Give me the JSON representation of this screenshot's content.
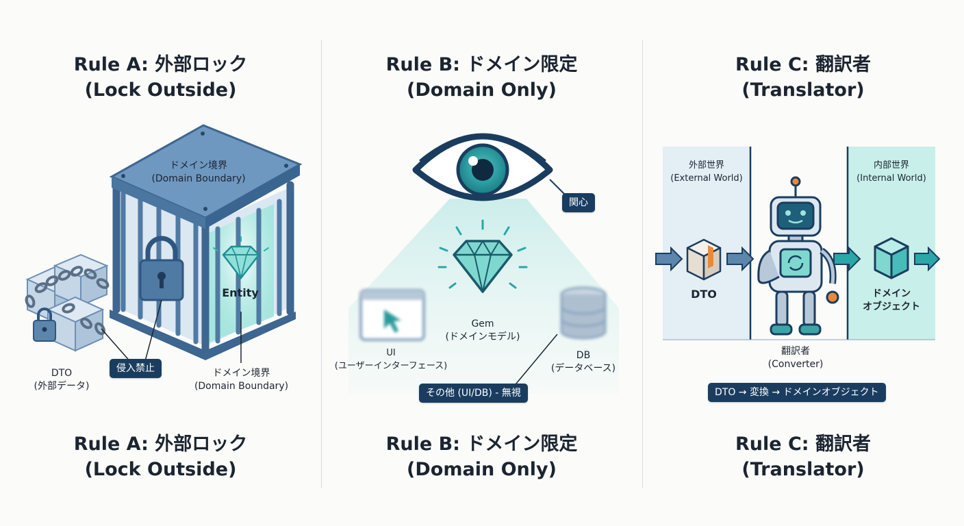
{
  "colors": {
    "navy": "#1a3d5f",
    "steel": "#5d86ad",
    "teal": "#2aa7a6",
    "mint": "#9fe3dc",
    "ice": "#e4eef5"
  },
  "panel_a": {
    "title_line1": "Rule A: 外部ロック",
    "title_line2": "(Lock Outside)",
    "cage_label_ja": "ドメイン境界",
    "cage_label_en": "(Domain Boundary)",
    "entity_label": "Entity",
    "dto_label": "DTO",
    "dto_sub": "(外部データ)",
    "no_entry_badge": "侵入禁止",
    "boundary_label_ja": "ドメイン境界",
    "boundary_label_en": "(Domain Boundary)",
    "icons": [
      "cage-icon",
      "padlock-icon",
      "diamond-icon",
      "chained-cubes-icon"
    ]
  },
  "panel_b": {
    "title_line1": "Rule B: ドメイン限定",
    "title_line2": "(Domain Only)",
    "focus_badge": "関心",
    "gem_label": "Gem",
    "gem_sub": "(ドメインモデル)",
    "ui_label": "UI",
    "ui_sub": "(ユーザーインターフェース)",
    "db_label": "DB",
    "db_sub": "(データベース)",
    "ignore_badge": "その他 (UI/DB) - 無視",
    "icons": [
      "eye-icon",
      "gem-icon",
      "browser-window-icon",
      "database-icon"
    ]
  },
  "panel_c": {
    "title_line1": "Rule C: 翻訳者",
    "title_line2": "(Translator)",
    "external_ja": "外部世界",
    "external_en": "(External World)",
    "internal_ja": "内部世界",
    "internal_en": "(Internal World)",
    "dto_label": "DTO",
    "domain_obj_line1": "ドメイン",
    "domain_obj_line2": "オブジェクト",
    "robot_label_ja": "翻訳者",
    "robot_label_en": "(Converter)",
    "flow_badge": "DTO → 変換 → ドメインオブジェクト",
    "icons": [
      "robot-icon",
      "package-icon",
      "cube-icon",
      "arrow-right-icon"
    ]
  }
}
